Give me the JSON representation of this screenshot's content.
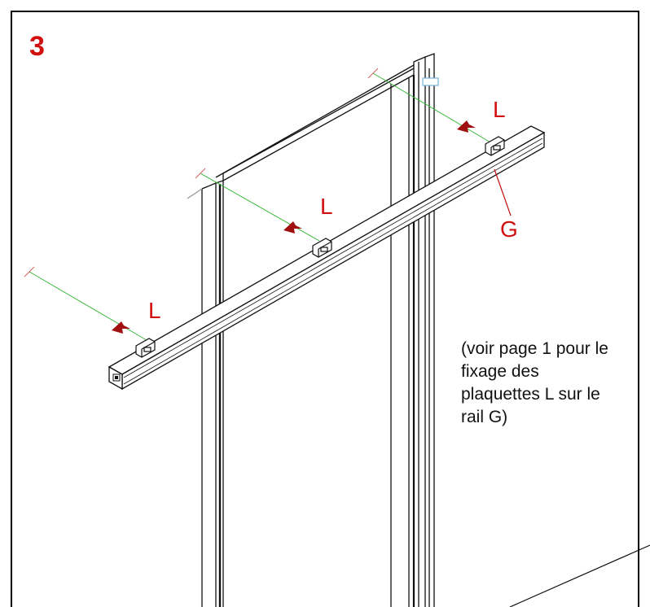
{
  "step_number": "3",
  "labels": {
    "plate_left": "L",
    "plate_middle": "L",
    "plate_right": "L",
    "rail": "G"
  },
  "note": {
    "lines": [
      "(voir page 1 pour le",
      "fixage des",
      "plaquettes L sur le",
      "rail G)"
    ]
  },
  "colors": {
    "label_red": "#d10f0f",
    "arrow_red": "#a01010",
    "guide_green": "#3ab83a",
    "line": "#111111"
  }
}
